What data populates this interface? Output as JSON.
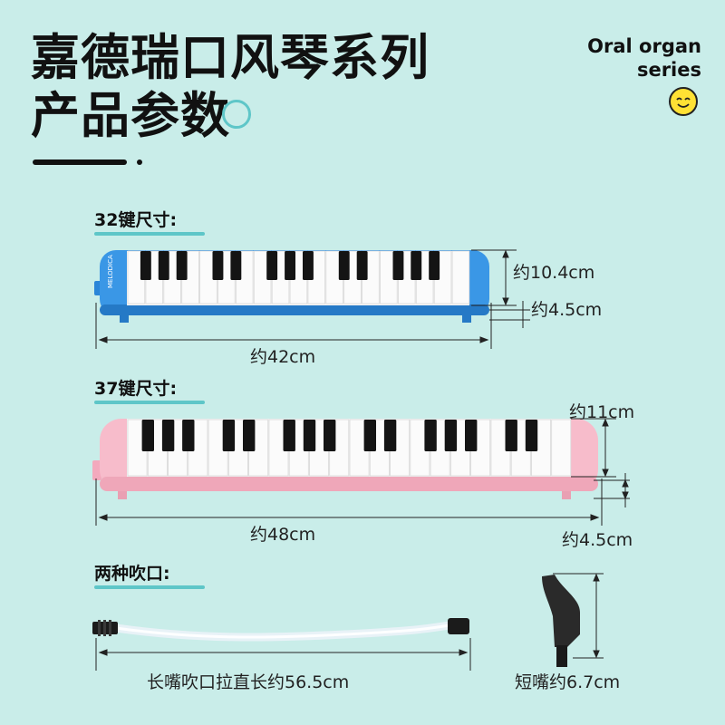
{
  "title": {
    "line1": "嘉德瑞口风琴系列",
    "line2": "产品参数"
  },
  "series_label": {
    "line1": "Oral organ",
    "line2": "series"
  },
  "sections": {
    "keys32": {
      "label": "32键尺寸:",
      "length": "约42cm",
      "height": "约10.4cm",
      "thickness": "约4.5cm",
      "color": "#2f8fe0",
      "white_keys": 19,
      "brand_text": "MELODICA"
    },
    "keys37": {
      "label": "37键尺寸:",
      "length": "约48cm",
      "height": "约11cm",
      "thickness": "约4.5cm",
      "color": "#f6b8c8",
      "white_keys": 22
    },
    "mouthpieces": {
      "label": "两种吹口:",
      "long_tube": "长嘴吹口拉直长约56.5cm",
      "short_mouth": "短嘴约6.7cm"
    }
  },
  "colors": {
    "background": "#c9ede9",
    "accent": "#5ec6c8",
    "smiley": "#ffe134"
  },
  "icons": {
    "smiley": "smiley-face-icon",
    "title_circle": "ring-decoration-icon"
  }
}
